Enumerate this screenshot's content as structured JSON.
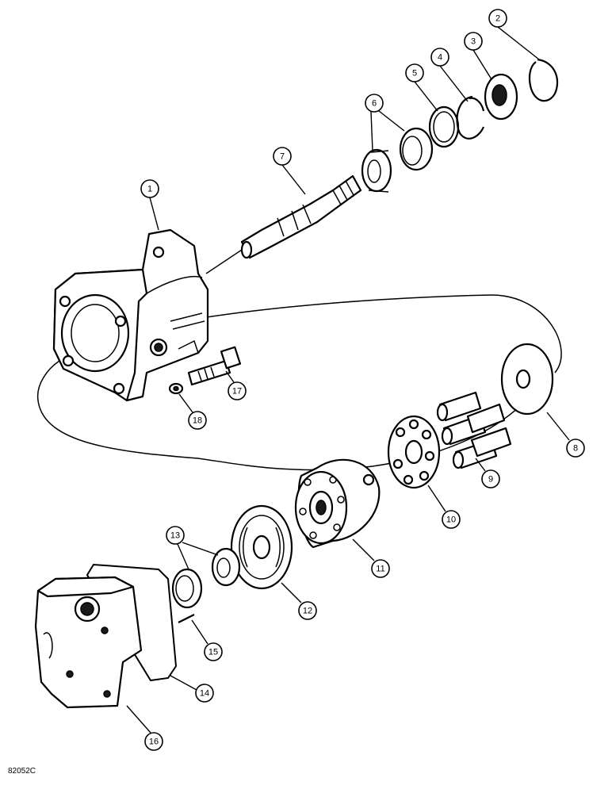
{
  "figure_code": "82052C",
  "callouts": [
    "1",
    "2",
    "3",
    "4",
    "5",
    "6",
    "7",
    "8",
    "9",
    "10",
    "11",
    "12",
    "13",
    "14",
    "15",
    "16",
    "17",
    "18"
  ]
}
